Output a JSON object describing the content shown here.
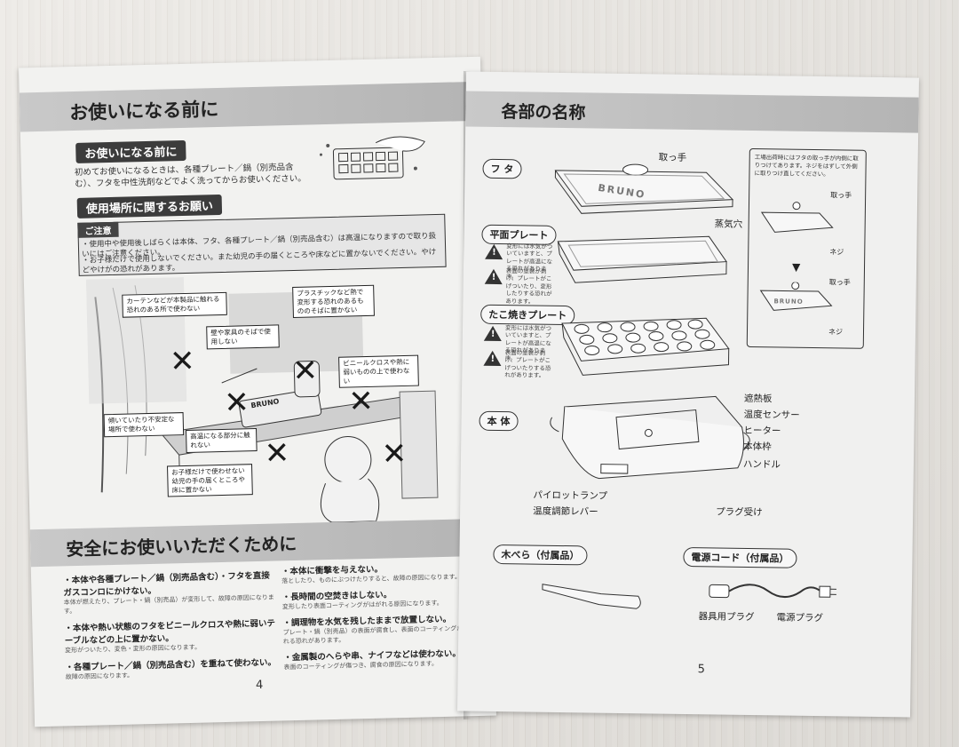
{
  "left": {
    "banner": "お使いになる前に",
    "section1_tag": "お使いになる前に",
    "section1_text": "初めてお使いになるときは、各種プレート／鍋（別売品含む）、フタを中性洗剤などでよく洗ってからお使いください。",
    "section2_tag": "使用場所に関するお願い",
    "caution_tag": "ご注意",
    "caution_lines": [
      "・使用中や使用後しばらくは本体、フタ、各種プレート／鍋（別売品含む）は高温になりますので取り扱いにはご注意ください。",
      "・お子様だけで使用しないでください。また幼児の手の届くところや床などに置かないでください。やけどやけがの恐れがあります。"
    ],
    "callouts": {
      "curtain": "カーテンなどが本製品に触れる恐れのある所で使わない",
      "plastic": "プラスチックなど熱で変形する恐れのあるもののそばに置かない",
      "wall": "壁や家具のそばで使用しない",
      "vinyl": "ビニールクロスや熱に弱いものの上で使わない",
      "unstable": "傾いていたり不安定な場所で使わない",
      "hot": "高温になる部分に触れない",
      "children": "お子様だけで使わせない 幼児の手の届くところや床に置かない"
    },
    "product_logo": "BRUNO",
    "safety_banner": "安全にお使いいただくために",
    "bullets_col1": [
      {
        "title": "・本体や各種プレート／鍋（別売品含む）・フタを直接ガスコンロにかけない。",
        "body": "本体が燃えたり、プレート・鍋（別売品）が変形して、故障の原因になります。"
      },
      {
        "title": "・本体や熱い状態のフタをビニールクロスや熱に弱いテーブルなどの上に置かない。",
        "body": "変形がついたり、変色・変形の原因になります。"
      },
      {
        "title": "・各種プレート／鍋（別売品含む）を重ねて使わない。",
        "body": "故障の原因になります。"
      }
    ],
    "bullets_col2": [
      {
        "title": "・本体に衝撃を与えない。",
        "body": "落としたり、ものにぶつけたりすると、故障の原因になります。"
      },
      {
        "title": "・長時間の空焚きはしない。",
        "body": "変形したり表面コーティングがはがれる原因になります。"
      },
      {
        "title": "・調理物を水気を残したままで放置しない。",
        "body": "プレート・鍋（別売品）の表面が腐食し、表面のコーティングがはがれる恐れがあります。"
      },
      {
        "title": "・金属製のへらや串、ナイフなどは使わない。",
        "body": "表面のコーティングが傷つき、腐食の原因になります。"
      }
    ],
    "page_number": "4"
  },
  "right": {
    "banner": "各部の名称",
    "lid_tag": "フ タ",
    "lid_labels": {
      "handle": "取っ手",
      "vent": "蒸気穴"
    },
    "lid_logo": "BRUNO",
    "inset_note": "工場出荷時にはフタの取っ手が内側に取りつけてあります。ネジをはずして外側に取りつけ直してください。",
    "inset_labels": {
      "handle_top": "取っ手",
      "screw_top": "ネジ",
      "handle_bottom": "取っ手",
      "screw_bottom": "ネジ"
    },
    "inset_logo": "BRUNO",
    "flat_tag": "平面プレート",
    "flat_warnings": [
      "変形には水気がついていますと、プレートが高温になる恐れがあります。",
      "表面の塗装が剥げ、プレートがこげついたり、変形したりする恐れがあります。"
    ],
    "takoyaki_tag": "たこ焼きプレート",
    "takoyaki_warnings": [
      "変形には水気がついていますと、プレートが高温になる恐れがあります。",
      "表面の塗装が剥げ、プレートがこげついたりする恐れがあります。"
    ],
    "body_tag": "本 体",
    "body_labels": {
      "heat_shield": "遮熱板",
      "temp_sensor": "温度センサー",
      "heater": "ヒーター",
      "frame": "本体枠",
      "handle": "ハンドル",
      "plug_receiver": "プラグ受け",
      "pilot_lamp": "パイロットランプ",
      "temp_lever": "温度調節レバー"
    },
    "spatula_pill": "木べら（付属品）",
    "cord_pill": "電源コード（付属品）",
    "cord_labels": {
      "appliance_plug": "器具用プラグ",
      "power_plug": "電源プラグ"
    },
    "page_number": "5"
  }
}
